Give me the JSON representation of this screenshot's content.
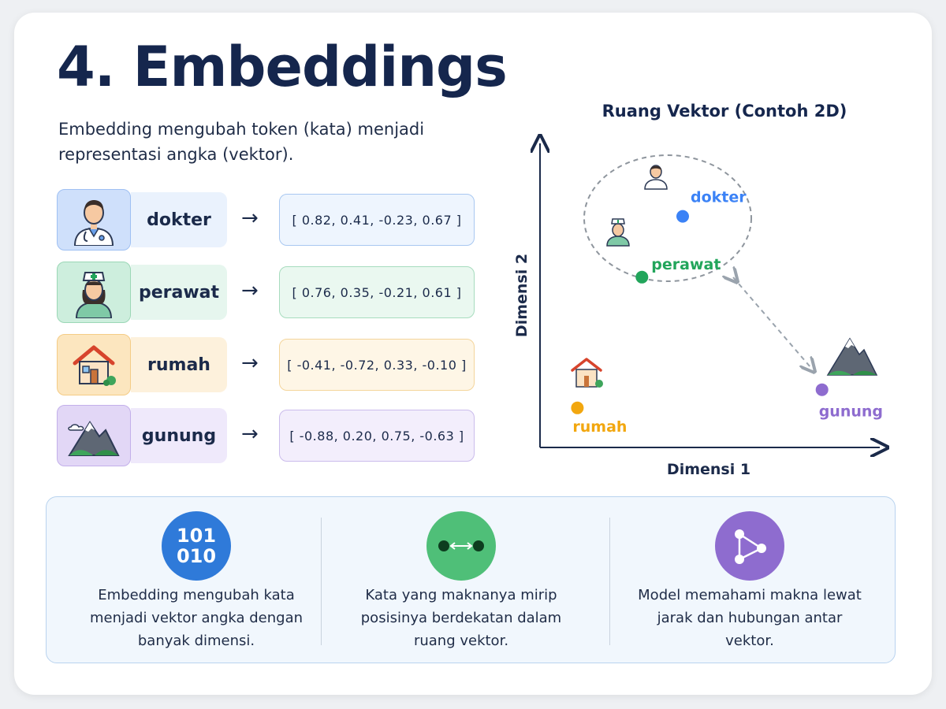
{
  "title": "4. Embeddings",
  "subtitle": "Embedding mengubah token (kata) menjadi representasi angka (vektor).",
  "colors": {
    "doctor": "#3b82f6",
    "nurse": "#22a55b",
    "house": "#f2a70f",
    "mountain": "#8e6ccf"
  },
  "rows": [
    {
      "word": "dokter",
      "vector": "[ 0.82,  0.41,  -0.23,  0.67 ]",
      "icon": "doctor-icon"
    },
    {
      "word": "perawat",
      "vector": "[ 0.76,  0.35,  -0.21,  0.61 ]",
      "icon": "nurse-icon"
    },
    {
      "word": "rumah",
      "vector": "[ -0.41,  -0.72,  0.33,  -0.10 ]",
      "icon": "house-icon"
    },
    {
      "word": "gunung",
      "vector": "[ -0.88,  0.20,  0.75,  -0.63 ]",
      "icon": "mountain-icon"
    }
  ],
  "arrow_symbol": "→",
  "chart": {
    "title": "Ruang Vektor (Contoh 2D)",
    "xlabel": "Dimensi 1",
    "ylabel": "Dimensi 2",
    "points": [
      {
        "label": "dokter",
        "x": 0.42,
        "y": 0.76
      },
      {
        "label": "perawat",
        "x": 0.3,
        "y": 0.56
      },
      {
        "label": "rumah",
        "x": 0.11,
        "y": 0.13
      },
      {
        "label": "gunung",
        "x": 0.83,
        "y": 0.19
      }
    ]
  },
  "features": [
    {
      "icon_text": "101\n010",
      "text": "Embedding mengubah kata menjadi vektor angka dengan banyak dimensi.",
      "icon": "binary-icon"
    },
    {
      "text": "Kata yang maknanya mirip posisinya berdekatan dalam ruang vektor.",
      "icon": "distance-icon"
    },
    {
      "text": "Model memahami makna lewat jarak dan hubungan antar vektor.",
      "icon": "network-icon"
    }
  ]
}
